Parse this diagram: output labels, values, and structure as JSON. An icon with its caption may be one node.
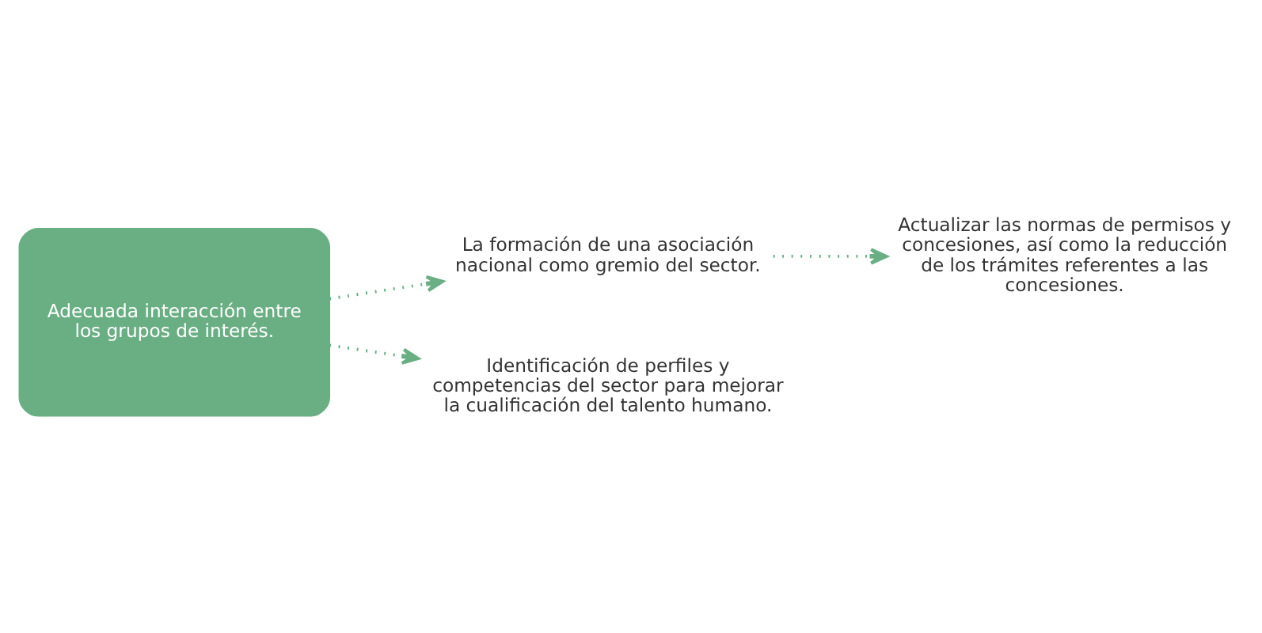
{
  "diagram": {
    "nodes": [
      {
        "text": [
          "La formación de una asociación nacional como gremio del sector."
        ]
      },
      {
        "text": [
          "Actualizar las normas de permisos y concesiones, así como la reducción de los trámites referentes a las concesiones."
        ]
      },
      {
        "text": [
          "Adecuada interacción entre los grupos de interés."
        ]
      },
      {
        "text": [
          "Identificación de perfiles y competencias del sector para mejorar la cualificación del talento humano."
        ]
      }
    ],
    "edges": [
      {
        "from": 2,
        "to": 0,
        "arrow": "to"
      },
      {
        "from": 0,
        "to": 1,
        "arrow": "to"
      },
      {
        "from": 2,
        "to": 3,
        "arrow": "to"
      }
    ]
  }
}
